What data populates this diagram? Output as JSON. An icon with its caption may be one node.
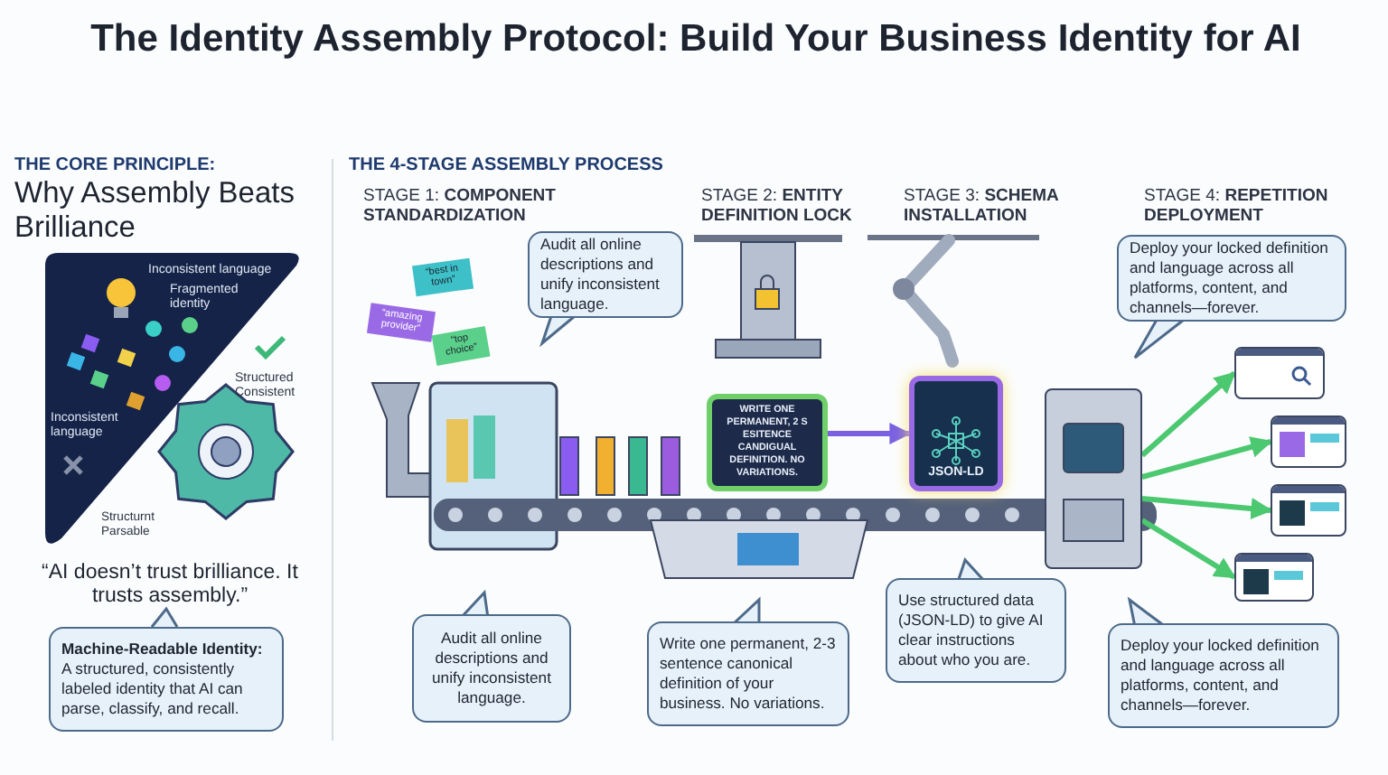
{
  "diagram": {
    "title": "**The Identity Assembly Protocol:** Build Your Business Identity for AI",
    "nodes": [
      {
        "text": [
          "**Machine-Readable Identity:** A structured, consistently labeled identity that AI can parse, classify, and recall."
        ]
      },
      {
        "text": [
          "Audit all online descriptions and unify inconsistent language."
        ]
      },
      {
        "text": [
          "WRITE ONE PERMANENT, 2 S ESITENCE CANDIGUAL DEFINITION. NO VARIATIONS."
        ]
      },
      {
        "text": [
          "JSON-LD"
        ]
      },
      {
        "text": [
          "Deploy your locked definition and language across all platforms, content, and channels—forever."
        ]
      },
      {
        "text": [],
        "shape": "box"
      },
      {
        "text": [],
        "shape": "box"
      },
      {
        "text": [],
        "shape": "box"
      },
      {
        "text": [],
        "shape": "box"
      },
      {
        "text": [],
        "shape": "box"
      },
      {
        "text": [
          "Audit all online descriptions and unify inconsistent language."
        ]
      },
      {
        "text": [
          "Write one permanent, 2-3 sentence canonical definition of your business. No variations."
        ]
      },
      {
        "text": [
          "Use structured data (JSON-LD) to give AI clear instructions about who you are."
        ]
      },
      {
        "text": [
          "Deploy your locked definition and language across all platforms, content, and channels—forever."
        ]
      }
    ],
    "edges": [
      {
        "from": 2,
        "to": 3,
        "arrow": "to",
        "color": "#7b61e0"
      },
      {
        "from": 5,
        "to": 6,
        "arrow": "to"
      },
      {
        "from": 5,
        "to": 7,
        "arrow": "to"
      },
      {
        "from": 5,
        "to": 8,
        "arrow": "to"
      },
      {
        "from": 5,
        "to": 9,
        "arrow": "to"
      }
    ],
    "labels": [
      "THE CORE PRINCIPLE:",
      "Why Assembly Beats Brilliance",
      "Inconsistent language",
      "Fragmented identity",
      "Structured Consistent",
      "Inconsistent language",
      "Structurnt Parsable",
      "“AI doesn’t trust brilliance. It trusts assembly.”",
      "THE 4-STAGE ASSEMBLY PROCESS",
      "STAGE 1: **COMPONENT STANDARDIZATION**",
      "STAGE 2: **ENTITY DEFINITION LOCK**",
      "STAGE 3: **SCHEMA INSTALLATION**",
      "STAGE 4: **REPETITION DEPLOYMENT**",
      "“best in town”",
      "“amazing provider”",
      "“top choice”"
    ]
  }
}
